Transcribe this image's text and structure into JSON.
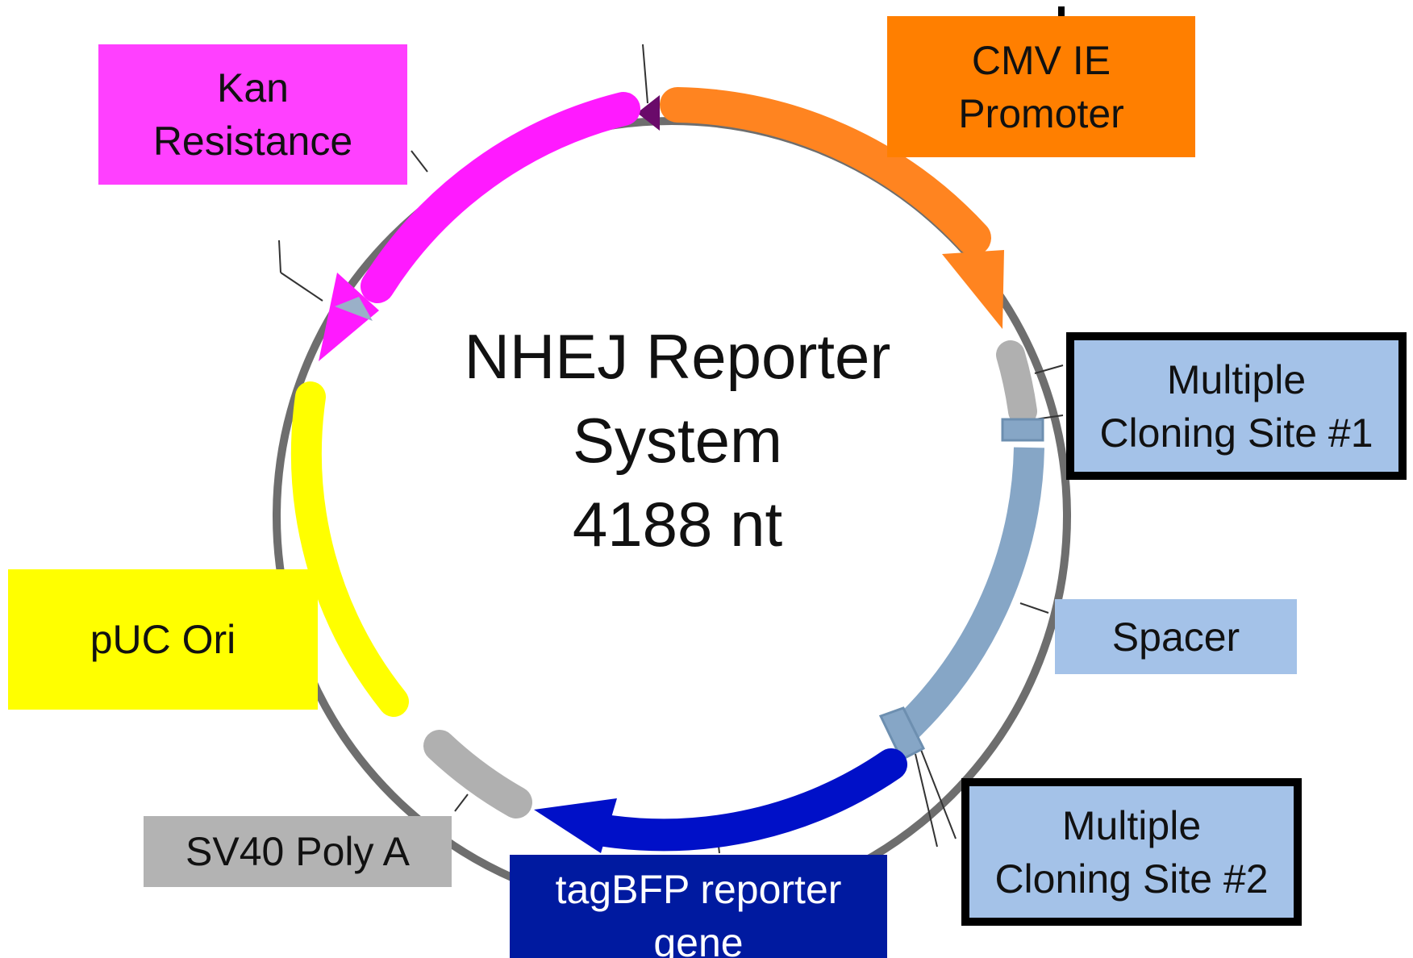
{
  "diagram": {
    "title_lines": [
      "NHEJ Reporter",
      "System",
      "4188 nt"
    ],
    "features": {
      "kan": {
        "lines": [
          "Kan",
          "Resistance"
        ],
        "color": "#ff40ff"
      },
      "cmv": {
        "lines": [
          "CMV IE",
          "Promoter"
        ],
        "color": "#ff7f00"
      },
      "mcs1": {
        "lines": [
          "Multiple",
          "Cloning Site #1"
        ],
        "color": "#a4c2e8"
      },
      "spacer": {
        "lines": [
          "Spacer"
        ],
        "color": "#a4c2e8"
      },
      "mcs2": {
        "lines": [
          "Multiple",
          "Cloning Site #2"
        ],
        "color": "#a4c2e8"
      },
      "bfp": {
        "lines": [
          "tagBFP reporter",
          "gene"
        ],
        "color": "#001aa0"
      },
      "sv40": {
        "lines": [
          "SV40 Poly A"
        ],
        "color": "#b3b3b3"
      },
      "puc": {
        "lines": [
          "pUC Ori"
        ],
        "color": "#ffff00"
      }
    },
    "arc_colors": {
      "backbone": "#6e6e6e",
      "kan": "#ff1aff",
      "cmv": "#ff8420",
      "grey_segment": "#b0b0b0",
      "spacer": "#86a6c6",
      "bfp": "#0010c8",
      "puc": "#ffff00",
      "small_marker": "#6a0a6a"
    }
  }
}
